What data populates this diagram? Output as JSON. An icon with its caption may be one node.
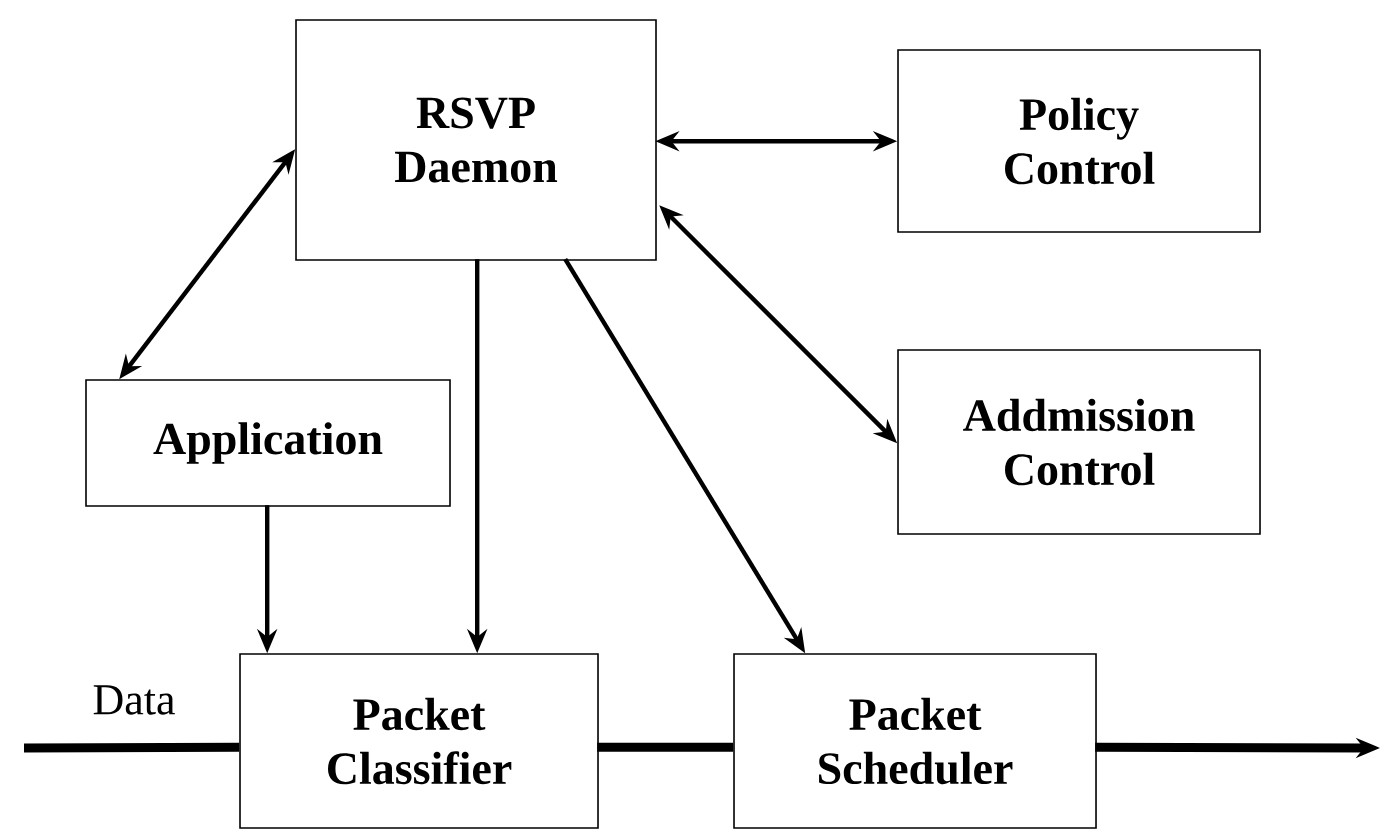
{
  "diagram": {
    "nodes": [
      {
        "text": [
          "RSVP Daemon"
        ]
      },
      {
        "text": [
          "Policy Control"
        ]
      },
      {
        "text": [
          "Addmission Control"
        ]
      },
      {
        "text": [
          "Application"
        ]
      },
      {
        "text": [
          "Packet Classifier"
        ]
      },
      {
        "text": [
          "Packet Scheduler"
        ]
      }
    ],
    "edges": [
      {
        "from": 0,
        "to": 1,
        "arrow": "both"
      },
      {
        "from": 0,
        "to": 2,
        "arrow": "both"
      },
      {
        "from": 0,
        "to": 3,
        "arrow": "both"
      },
      {
        "from": 0,
        "to": 4,
        "arrow": "to"
      },
      {
        "from": 0,
        "to": 5,
        "arrow": "to"
      },
      {
        "from": 3,
        "to": 4,
        "arrow": "to"
      },
      {
        "from": null,
        "to": 4,
        "arrow": "none",
        "style": "thick",
        "label": "Data"
      },
      {
        "from": 4,
        "to": 5,
        "arrow": "none",
        "style": "thick"
      },
      {
        "from": 5,
        "to": null,
        "arrow": "to",
        "style": "thick"
      }
    ]
  }
}
